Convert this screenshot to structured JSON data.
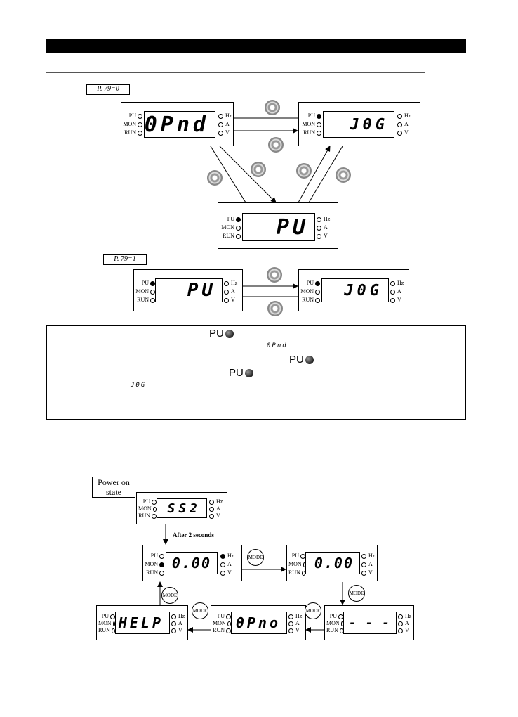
{
  "mode_tags": {
    "p79_0": "P. 79=0",
    "p79_1": "P. 79=1"
  },
  "indicators": {
    "pu": "PU",
    "mon": "MON",
    "run": "RUN",
    "hz": "Hz",
    "a": "A",
    "v": "V"
  },
  "displays": {
    "opnd": "0Pnd",
    "jog_top": "J0G",
    "pu_center": "PU",
    "pu_left": "PU",
    "jog_right": "J0G",
    "ss2": "SS2",
    "freq_left": "0.00",
    "freq_right": "0.00",
    "help": "HELP",
    "opno": "0Pno",
    "param": "P. - - -"
  },
  "note": {
    "pu_glyph": "PU",
    "seg_opnd": "0Pnd",
    "seg_jog": "J0G"
  },
  "startup": {
    "power_on_line1": "Power on",
    "power_on_line2": "state",
    "after_2s": "After 2 seconds"
  },
  "buttons": {
    "mode": "MODE"
  }
}
